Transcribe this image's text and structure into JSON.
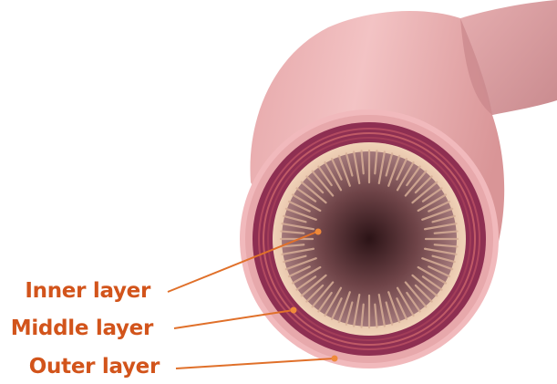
{
  "labels": {
    "inner": "Inner layer",
    "middle": "Middle layer",
    "outer": "Outer layer"
  },
  "colors": {
    "label_text": "#d2541b",
    "leader_line": "#e0702a",
    "leader_dot": "#ef8a3a",
    "vessel_outer_wall": "#f1b9bc",
    "vessel_side": "#e7a6a8",
    "middle_layer": "#8e2f52",
    "inner_lining": "#e9c4a9",
    "lumen_center": "#3a1f24"
  }
}
